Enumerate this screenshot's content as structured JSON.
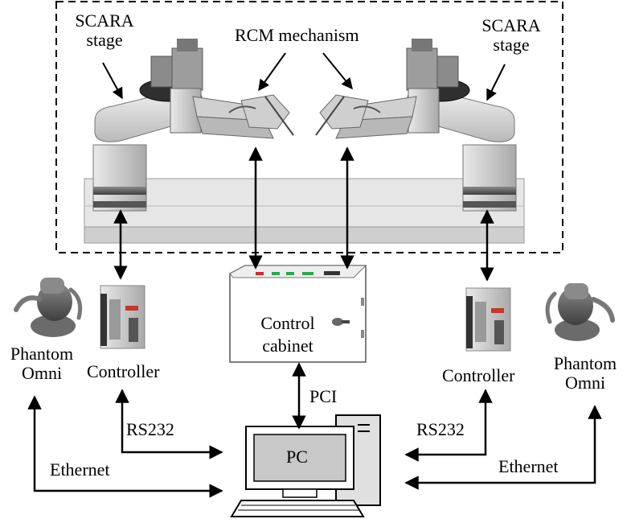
{
  "labels": {
    "scara_left": [
      "SCARA",
      "stage"
    ],
    "scara_right": [
      "SCARA",
      "stage"
    ],
    "rcm": "RCM mechanism",
    "control_cabinet": [
      "Control",
      "cabinet"
    ],
    "pci": "PCI",
    "pc": "PC",
    "phantom_left": [
      "Phantom",
      "Omni"
    ],
    "phantom_right": [
      "Phantom",
      "Omni"
    ],
    "controller_left": "Controller",
    "controller_right": "Controller",
    "rs232_left": "RS232",
    "rs232_right": "RS232",
    "ethernet_left": "Ethernet",
    "ethernet_right": "Ethernet"
  },
  "colors": {
    "line": "#000000",
    "metal_light": "#dcdcdc",
    "metal_mid": "#b5b5b5",
    "metal_dark": "#6f6f6f",
    "pc_screen": "#c8c8c8",
    "led_red": "#d22a2a",
    "led_green": "#2aa84a"
  }
}
